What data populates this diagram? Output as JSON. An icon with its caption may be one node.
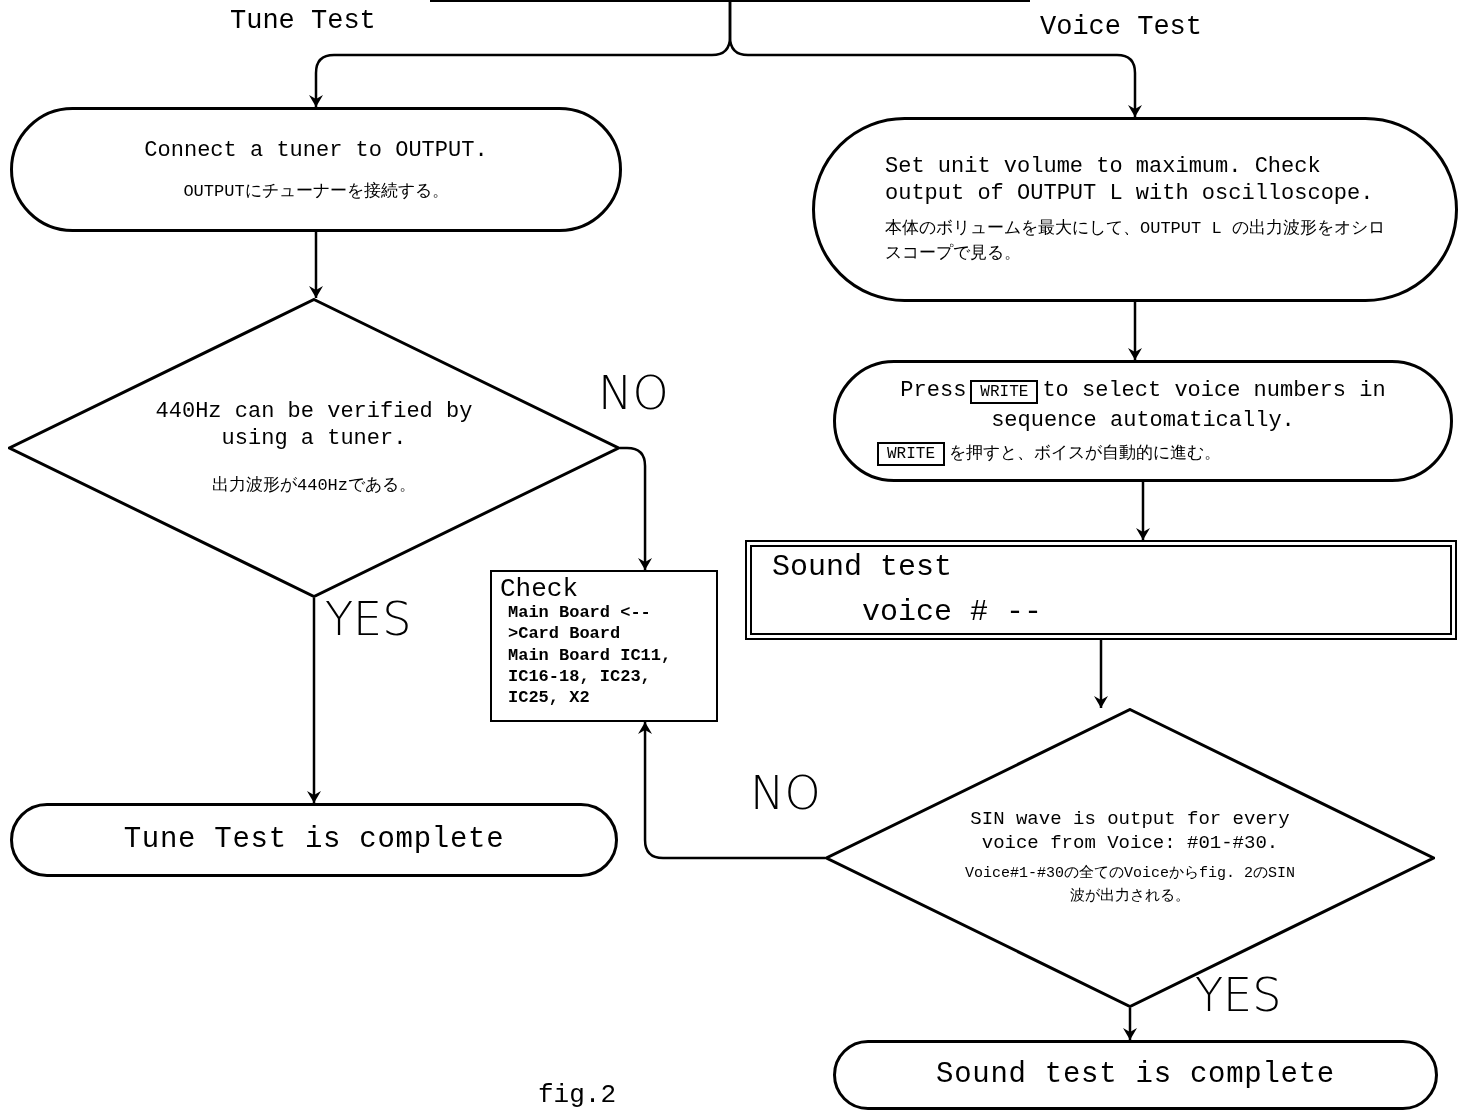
{
  "diagram": {
    "nodes": [
      {
        "text": [],
        "shape": "box"
      },
      {
        "text": [
          "Connect a tuner to OUTPUT.",
          "OUTPUTにチューナーを接続する。"
        ]
      },
      {
        "text": [
          "440Hz can be verified by using a tuner.",
          "出力波形が440Hzである。"
        ]
      },
      {
        "text": [
          "Tune Test is complete"
        ]
      },
      {
        "text": [
          "Check",
          "Main Board <-->Card Board",
          "Main Board IC11, IC16-18, IC23, IC25, X2"
        ]
      },
      {
        "text": [
          "Set unit volume to maximum. Check output of OUTPUT L with oscilloscope.",
          "本体のボリュームを最大にして、OUTPUT L の出力波形をオシロスコープで見る。"
        ]
      },
      {
        "text": [
          "Press",
          "to select voice numbers in sequence automatically.",
          "を押すと、ボイスが自動的に進む。"
        ]
      },
      {
        "text": [
          "WRITE"
        ],
        "in": 6
      },
      {
        "text": [
          "WRITE"
        ],
        "in": 6
      },
      {
        "text": [
          "Sound test",
          "voice # --"
        ]
      },
      {
        "text": [
          "SIN wave is output for every voice from Voice: #01-#30.",
          "Voice#1-#30の全てのVoiceからfig. 2のSIN波が出力される。"
        ]
      },
      {
        "text": [
          "Sound test is complete"
        ]
      }
    ],
    "edges": [
      {
        "from": 0,
        "to": 1,
        "arrow": "to",
        "label": "Tune Test"
      },
      {
        "from": 0,
        "to": 5,
        "arrow": "to",
        "label": "Voice Test"
      },
      {
        "from": 1,
        "to": 2,
        "arrow": "to"
      },
      {
        "from": 2,
        "to": 3,
        "arrow": "to",
        "label": "YES"
      },
      {
        "from": 2,
        "to": 4,
        "arrow": "to",
        "label": "NO"
      },
      {
        "from": 5,
        "to": 6,
        "arrow": "to"
      },
      {
        "from": 6,
        "to": 9,
        "arrow": "to"
      },
      {
        "from": 9,
        "to": 10,
        "arrow": "to"
      },
      {
        "from": 10,
        "to": 11,
        "arrow": "to",
        "label": "YES"
      },
      {
        "from": 10,
        "to": 4,
        "arrow": "to",
        "label": "NO"
      }
    ],
    "labels": [
      "fig.2"
    ]
  }
}
